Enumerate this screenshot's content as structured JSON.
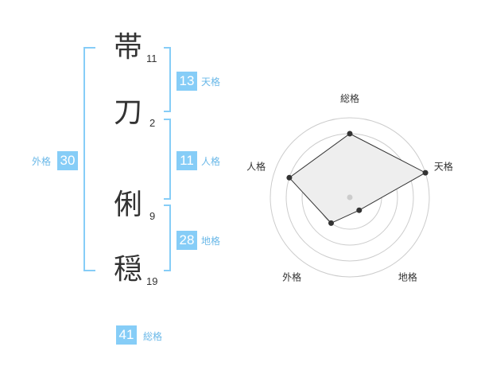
{
  "name_chars": [
    {
      "char": "帯",
      "strokes": "11"
    },
    {
      "char": "刀",
      "strokes": "2"
    },
    {
      "char": "俐",
      "strokes": "9"
    },
    {
      "char": "穏",
      "strokes": "19"
    }
  ],
  "fortunes": {
    "tenkaku": {
      "label": "天格",
      "value": "13"
    },
    "jinkaku": {
      "label": "人格",
      "value": "11"
    },
    "chikaku": {
      "label": "地格",
      "value": "28"
    },
    "gaikaku": {
      "label": "外格",
      "value": "30"
    },
    "soukaku": {
      "label": "総格",
      "value": "41"
    }
  },
  "chart_data": {
    "type": "radar",
    "axes": [
      "総格",
      "天格",
      "地格",
      "外格",
      "人格"
    ],
    "values": [
      4,
      5,
      1,
      2,
      4
    ],
    "max": 5,
    "rings": 5,
    "colors": {
      "fill": "#eeeeee",
      "line": "#333333",
      "grid": "#cccccc",
      "center": "#cccccc"
    }
  },
  "colors": {
    "accent": "#86cdf7",
    "bracket": "#86cdf7",
    "label": "#6ab8e8"
  }
}
